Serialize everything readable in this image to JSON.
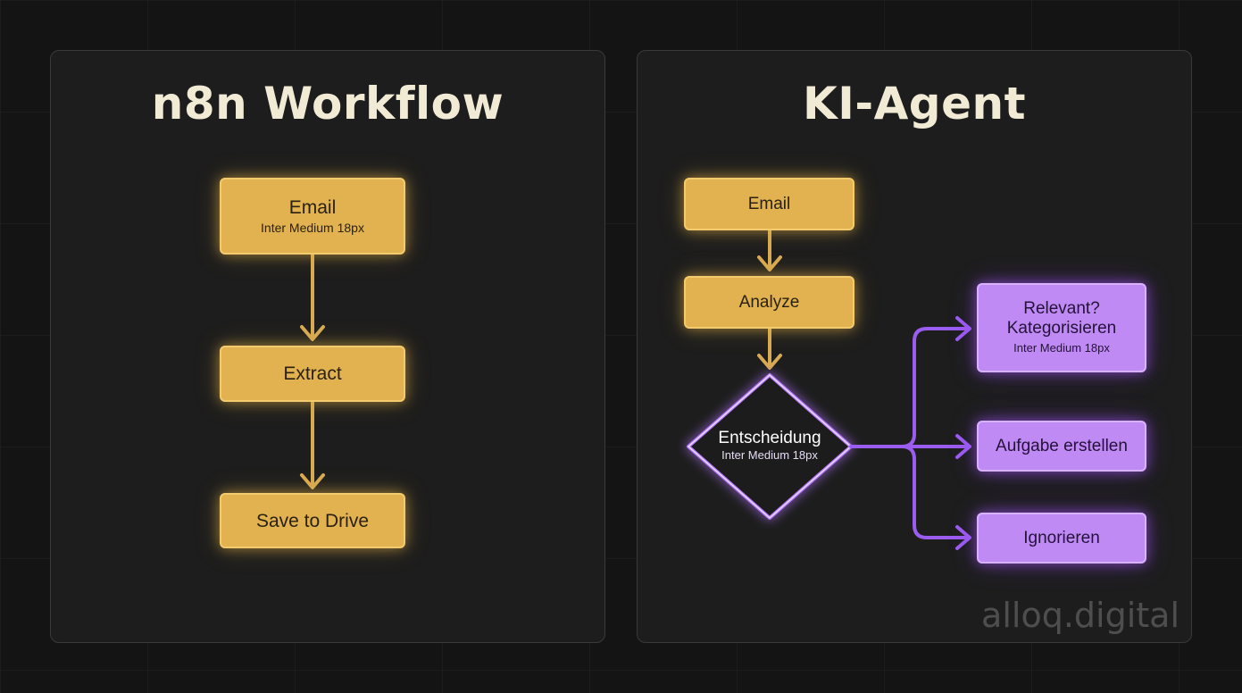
{
  "left_panel": {
    "title": "n8n Workflow",
    "nodes": {
      "email": {
        "label": "Email",
        "sublabel": "Inter Medium 18px"
      },
      "extract": {
        "label": "Extract"
      },
      "save": {
        "label": "Save to Drive"
      }
    }
  },
  "right_panel": {
    "title": "KI-Agent",
    "nodes": {
      "email": {
        "label": "Email"
      },
      "analyze": {
        "label": "Analyze"
      },
      "decision": {
        "label": "Entscheidung",
        "sublabel": "Inter Medium 18px"
      },
      "relevant": {
        "label_line1": "Relevant?",
        "label_line2": "Kategorisieren",
        "sublabel": "Inter Medium 18px"
      },
      "task": {
        "label": "Aufgabe erstellen"
      },
      "ignore": {
        "label": "Ignorieren"
      }
    }
  },
  "watermark": "alloq.digital",
  "colors": {
    "gold": "#e1b24f",
    "purple": "#c08af5",
    "purple_line": "#9b5cf0",
    "gold_line": "#d8aa52"
  }
}
